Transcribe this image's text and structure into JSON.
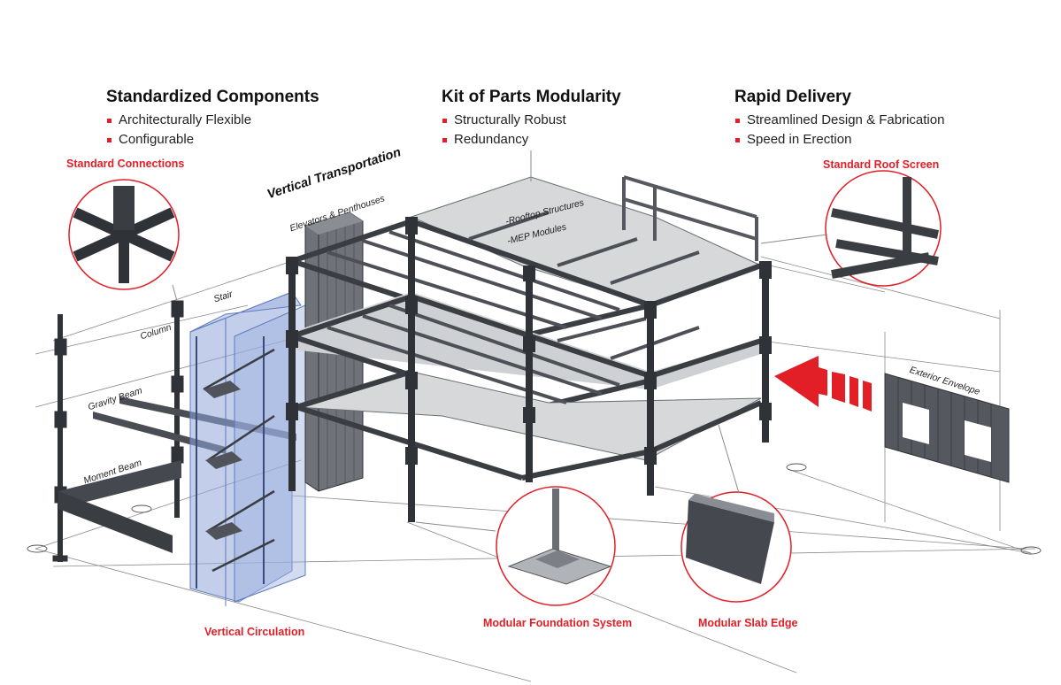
{
  "headers": [
    {
      "title": "Standardized Components",
      "bullets": [
        "Architecturally Flexible",
        "Configurable"
      ]
    },
    {
      "title": "Kit of Parts Modularity",
      "bullets": [
        "Structurally Robust",
        "Redundancy"
      ]
    },
    {
      "title": "Rapid Delivery",
      "bullets": [
        "Streamlined Design & Fabrication",
        "Speed in Erection"
      ]
    }
  ],
  "callouts": {
    "standard_connections": "Standard Connections",
    "standard_roof_screen": "Standard Roof Screen",
    "vertical_circulation": "Vertical Circulation",
    "modular_foundation": "Modular Foundation System",
    "modular_slab_edge": "Modular Slab Edge"
  },
  "labels": {
    "vertical_transportation": "Vertical Transportation",
    "elevators": "Elevators & Penthouses",
    "rooftop_structures": "-Rooftop Structures",
    "mep_modules": "-MEP Modules",
    "stair": "Stair",
    "column": "Column",
    "gravity_beam": "Gravity Beam",
    "moment_beam": "Moment Beam",
    "exterior_envelope": "Exterior Envelope"
  },
  "colors": {
    "accent": "#e21e26",
    "steel": "#3a3d42",
    "steel_light": "#6b6f75",
    "slab": "#d7d8da",
    "glass": "#8fa6d8",
    "guide": "#8a8a8a"
  }
}
